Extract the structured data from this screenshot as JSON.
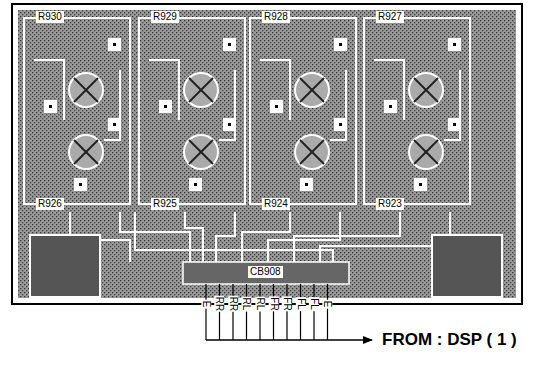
{
  "diagram": {
    "labels": [
      "R930",
      "R929",
      "R928",
      "R927",
      "R926",
      "R925",
      "R924",
      "R923",
      "CB908",
      "E",
      "RR",
      "RR",
      "RL",
      "RL",
      "FR",
      "FR",
      "FL",
      "FL",
      "E",
      "FROM : DSP ( 1 )"
    ]
  }
}
